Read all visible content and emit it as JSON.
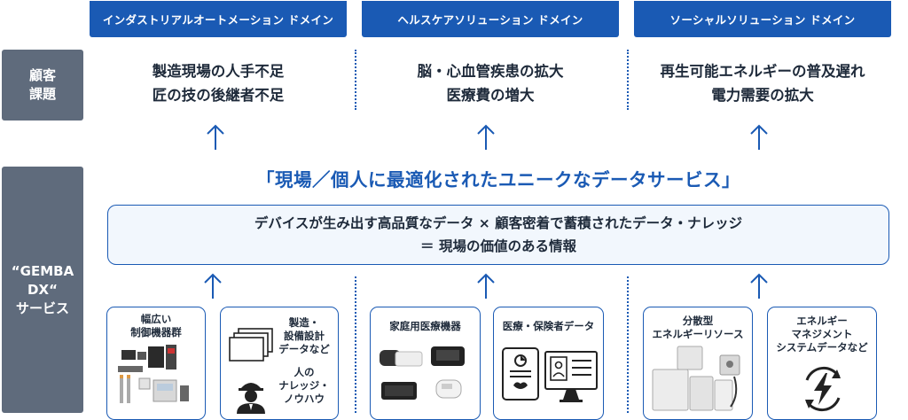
{
  "domains": [
    {
      "header": "インダストリアルオートメーション ドメイン",
      "issues": [
        "製造現場の人手不足",
        "匠の技の後継者不足"
      ]
    },
    {
      "header": "ヘルスケアソリューション ドメイン",
      "issues": [
        "脳・心血管疾患の拡大",
        "医療費の増大"
      ]
    },
    {
      "header": "ソーシャルソリューション ドメイン",
      "issues": [
        "再生可能エネルギーの普及遅れ",
        "電力需要の拡大"
      ]
    }
  ],
  "side_labels": {
    "customer_issue": [
      "顧客",
      "課題"
    ],
    "service": [
      "“GEMBA",
      "DX“",
      "サービス"
    ]
  },
  "headline": "「現場／個人に最適化されたユニークなデータサービス」",
  "value_box": {
    "line1": "デバイスが生み出す高品質なデータ × 顧客密着で蓄積されたデータ・ナレッジ",
    "line2": "＝ 現場の価値のある情報"
  },
  "cards": {
    "industrial_devices": [
      "幅広い",
      "制御機器群"
    ],
    "industrial_data": [
      "製造・",
      "設備設計",
      "データなど"
    ],
    "industrial_knowledge": [
      "人の",
      "ナレッジ・",
      "ノウハウ"
    ],
    "health_devices": "家庭用医療機器",
    "health_data": "医療・保険者データ",
    "energy_resources": [
      "分散型",
      "エネルギーリソース"
    ],
    "energy_mgmt": [
      "エネルギー",
      "マネジメント",
      "システムデータなど"
    ]
  },
  "colors": {
    "brand_blue": "#1a5ab4",
    "side_gray": "#5f6b7c",
    "box_bg": "#f2f7fd"
  },
  "icons": [
    "up-arrow-icon",
    "document-stack-icon",
    "worker-helmet-icon",
    "tablet-report-icon",
    "monitor-report-icon",
    "lightning-cycle-icon"
  ]
}
